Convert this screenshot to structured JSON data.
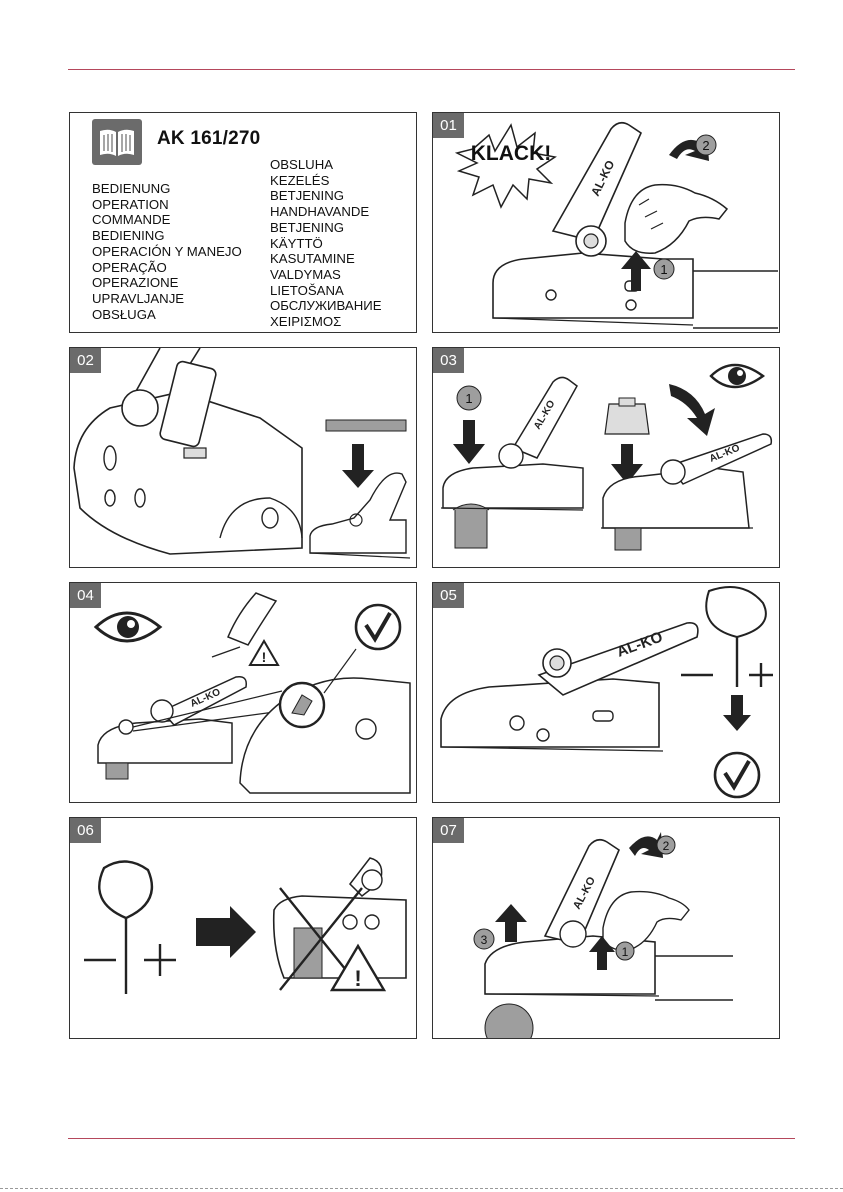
{
  "product_title": "AK 161/270",
  "languages_left": [
    "BEDIENUNG",
    "OPERATION",
    "COMMANDE",
    "BEDIENING",
    "OPERACIÓN Y MANEJO",
    "OPERAÇÃO",
    "OPERAZIONE",
    "UPRAVLJANJE",
    "OBSŁUGA"
  ],
  "languages_right": [
    "OBSLUHA",
    "KEZELÉS",
    "BETJENING",
    "HANDHAVANDE",
    "BETJENING",
    "KÄYTTÖ",
    "KASUTAMINE",
    "VALDYMAS",
    "LIETOŠANA",
    "ОБСЛУЖИВАНИЕ",
    "ΧΕΙΡΙΣΜΟΣ"
  ],
  "steps": {
    "s01": {
      "number": "01",
      "sound_text": "KLACK!",
      "marker_1": "1",
      "marker_2": "2",
      "brand": "AL-KO"
    },
    "s02": {
      "number": "02"
    },
    "s03": {
      "number": "03",
      "marker_1": "1",
      "brand": "AL-KO"
    },
    "s04": {
      "number": "04",
      "brand": "AL-KO"
    },
    "s05": {
      "number": "05",
      "brand": "AL-KO"
    },
    "s06": {
      "number": "06"
    },
    "s07": {
      "number": "07",
      "marker_1": "1",
      "marker_2": "2",
      "marker_3": "3",
      "brand": "AL-KO"
    }
  },
  "colors": {
    "rule": "#b5485c",
    "badge": "#6b6b6b",
    "line": "#222222"
  },
  "icons": [
    "book-icon",
    "eye-icon",
    "check-icon",
    "warning-icon",
    "arrow-icon",
    "weight-icon",
    "wear-indicator-icon"
  ]
}
